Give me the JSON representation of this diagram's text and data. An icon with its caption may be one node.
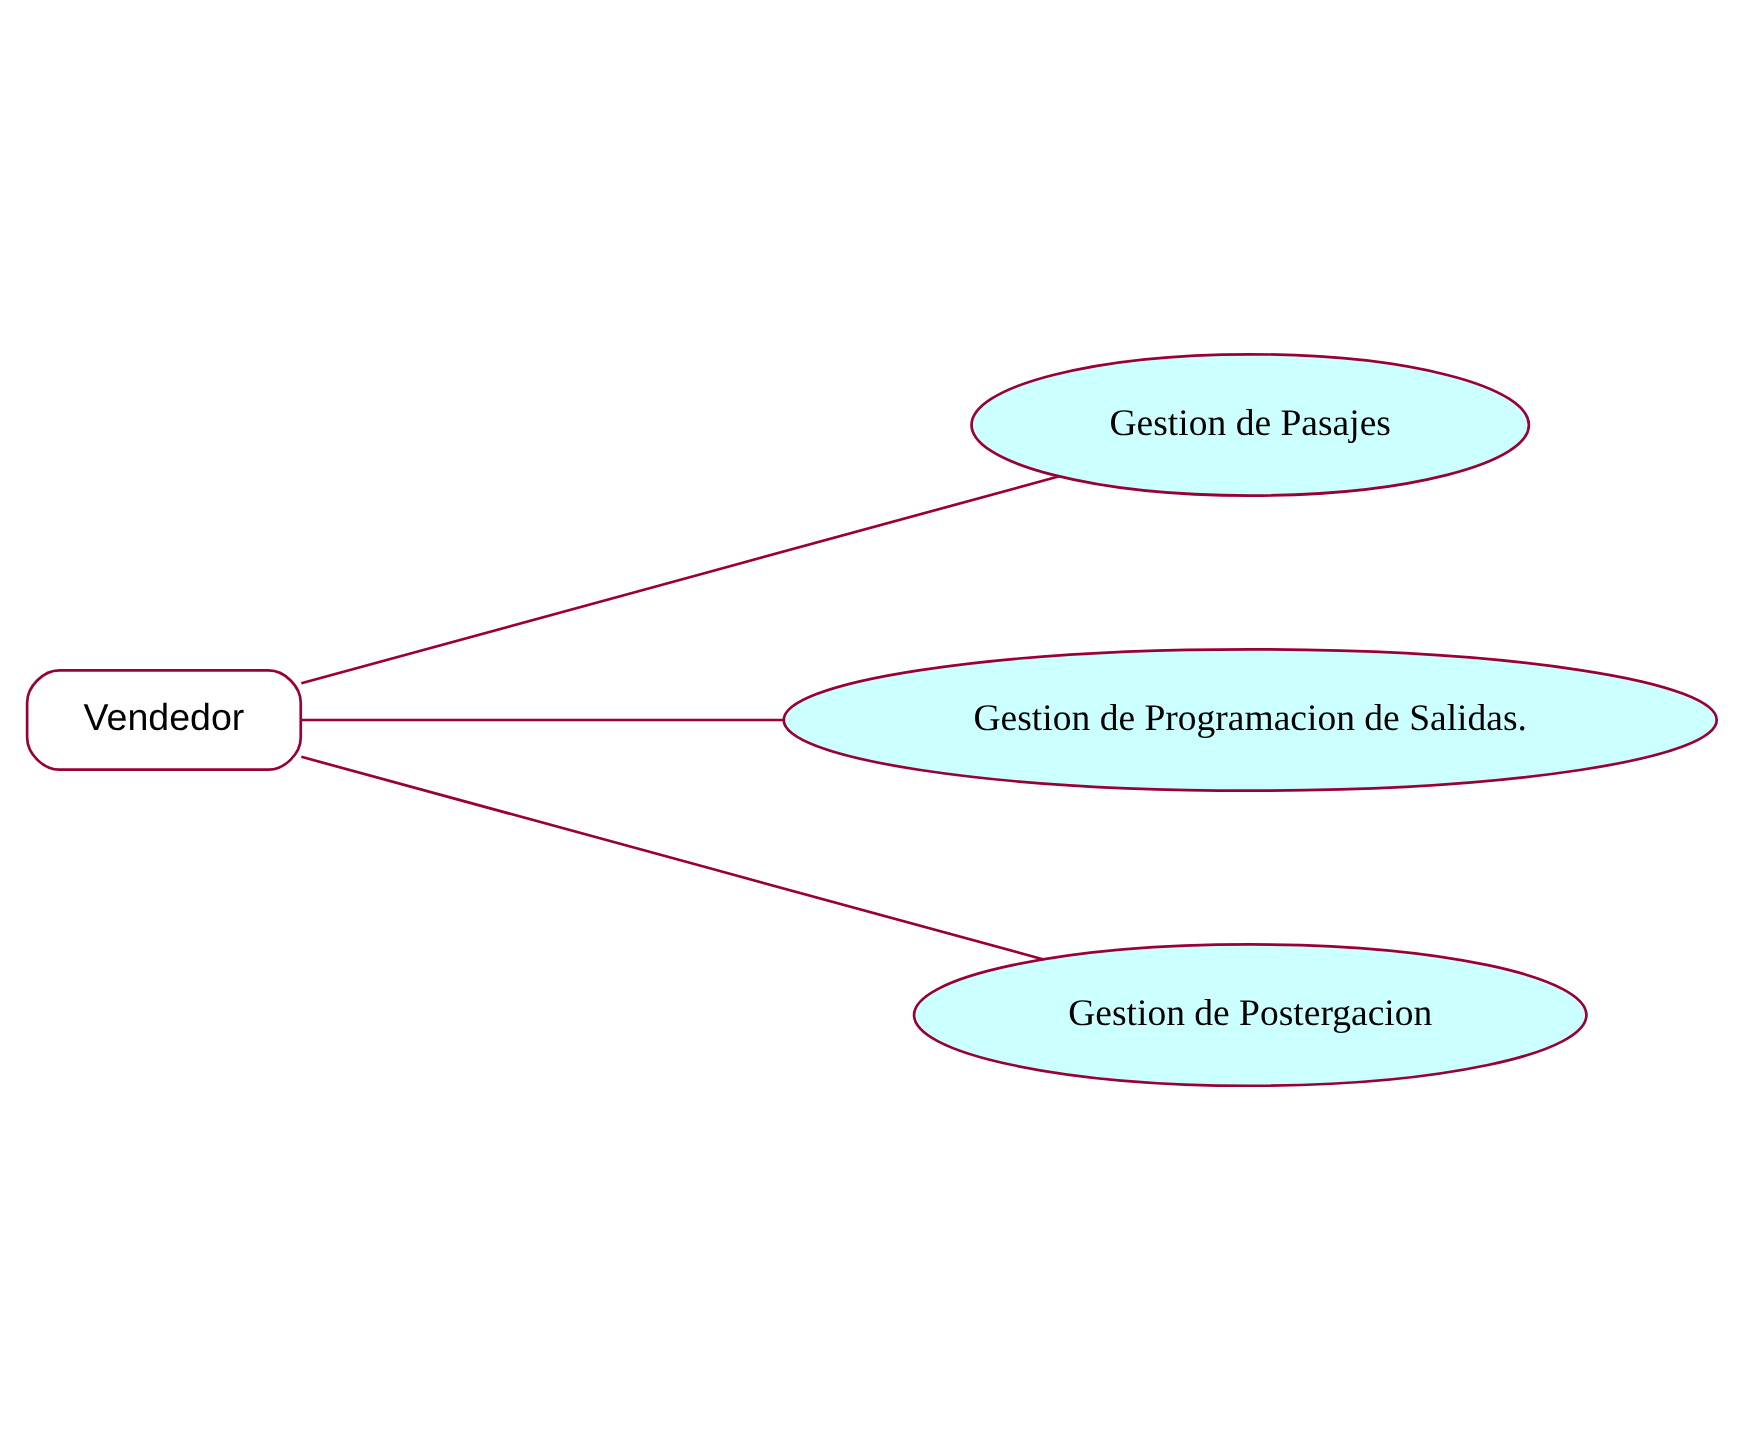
{
  "diagram": {
    "nodes": [
      {
        "text": [
          "Vendedor"
        ]
      },
      {
        "text": [
          "Gestion de Pasajes"
        ]
      },
      {
        "text": [
          "Gestion de Programacion de Salidas."
        ]
      },
      {
        "text": [
          "Gestion de Postergacion"
        ]
      }
    ],
    "edges": [
      {
        "from": 0,
        "to": 1,
        "arrow": "none"
      },
      {
        "from": 0,
        "to": 2,
        "arrow": "none"
      },
      {
        "from": 0,
        "to": 3,
        "arrow": "none"
      }
    ]
  }
}
